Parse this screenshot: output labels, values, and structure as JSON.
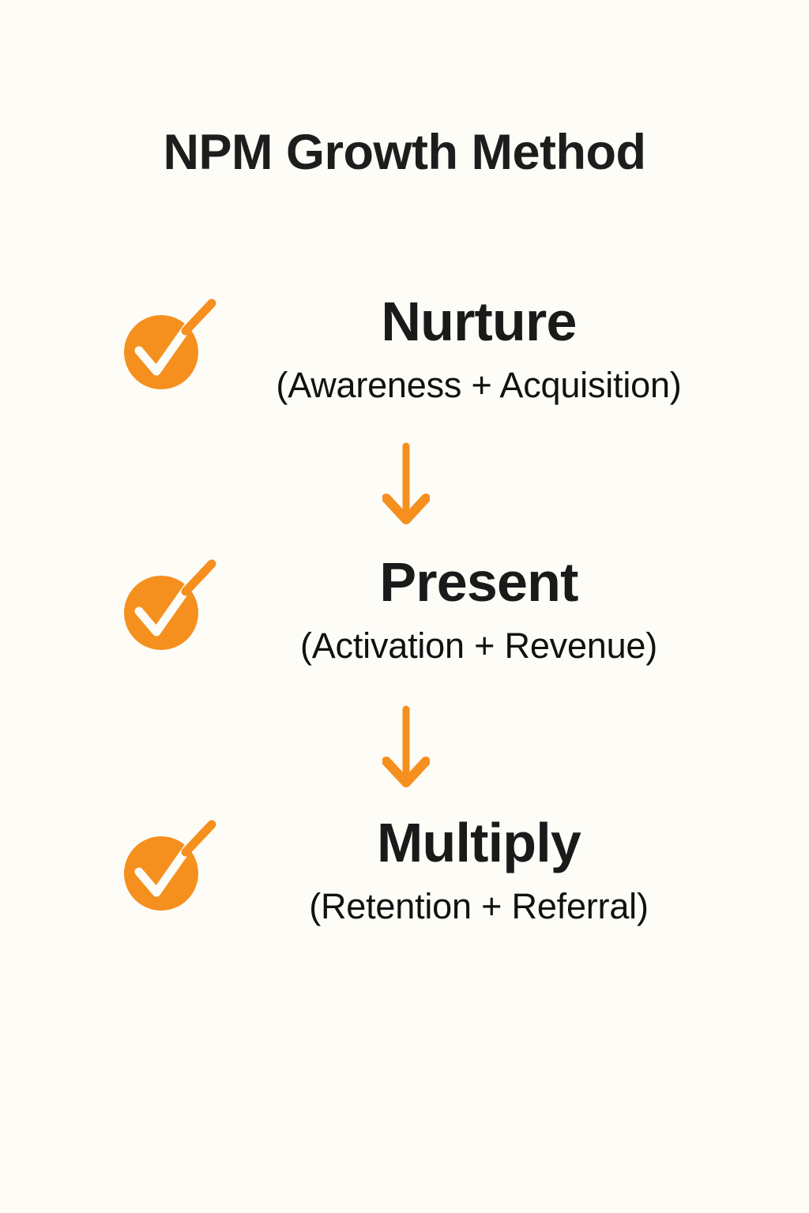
{
  "page": {
    "title": "NPM Growth Method",
    "background_color": "#FDFCF7",
    "accent_color": "#F5901E",
    "text_color": "#1A1A1A"
  },
  "stages": [
    {
      "heading": "Nurture",
      "subtitle": "(Awareness + Acquisition)",
      "icon": "check-circle-icon"
    },
    {
      "heading": "Present",
      "subtitle": "(Activation + Revenue)",
      "icon": "check-circle-icon"
    },
    {
      "heading": "Multiply",
      "subtitle": "(Retention + Referral)",
      "icon": "check-circle-icon"
    }
  ],
  "connectors": [
    {
      "icon": "arrow-down-icon",
      "direction": "down"
    },
    {
      "icon": "arrow-down-icon",
      "direction": "down"
    }
  ]
}
